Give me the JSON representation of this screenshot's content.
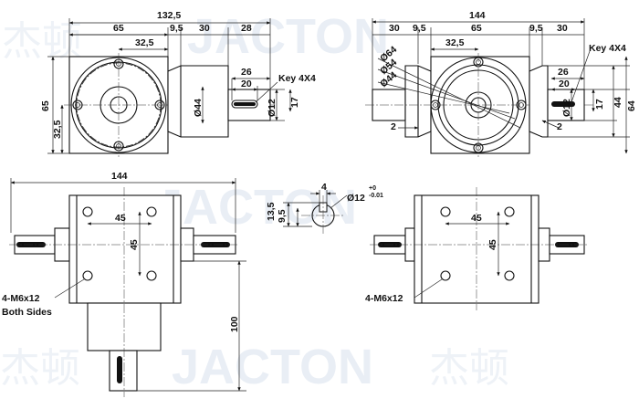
{
  "brand": {
    "watermark_text": "JACTON",
    "watermark_cn": "杰顿"
  },
  "front_view": {
    "dims": {
      "overall": "132,5",
      "body": "65",
      "hub": "9,5",
      "flange": "30",
      "shaft_len": "28",
      "center": "32,5",
      "key_len": "26",
      "key_w": "20",
      "height": "65",
      "half_height": "32,5",
      "bore": "Ø44",
      "shaft_d": "Ø12",
      "shaft_h": "17"
    },
    "key_label": "Key 4X4"
  },
  "side_view": {
    "dims": {
      "overall": "144",
      "flange_l": "30",
      "hub_l": "9,5",
      "body": "65",
      "hub_r": "9,5",
      "flange_r": "30",
      "center": "32,5",
      "key_len": "26",
      "key_w": "20",
      "d64": "Ø64",
      "d54": "Ø54",
      "d44": "Ø44",
      "gap_l": "2",
      "gap_r": "2",
      "shaft_d": "Ø12",
      "shaft_h": "17",
      "h44": "44",
      "h64": "64"
    },
    "key_label": "Key 4X4"
  },
  "shaft_detail": {
    "dims": {
      "key_w": "4",
      "h135": "13,5",
      "h95": "9,5",
      "diam": "Ø12",
      "tol_up": "+0",
      "tol_dn": "-0.01"
    }
  },
  "bottom_left": {
    "dims": {
      "overall": "144",
      "hole_x": "45",
      "hole_y": "45",
      "height": "100"
    },
    "holes_label": "4-M6x12",
    "holes_note": "Both Sides"
  },
  "bottom_right": {
    "dims": {
      "hole_x": "45",
      "hole_y": "45"
    },
    "holes_label": "4-M6x12"
  }
}
